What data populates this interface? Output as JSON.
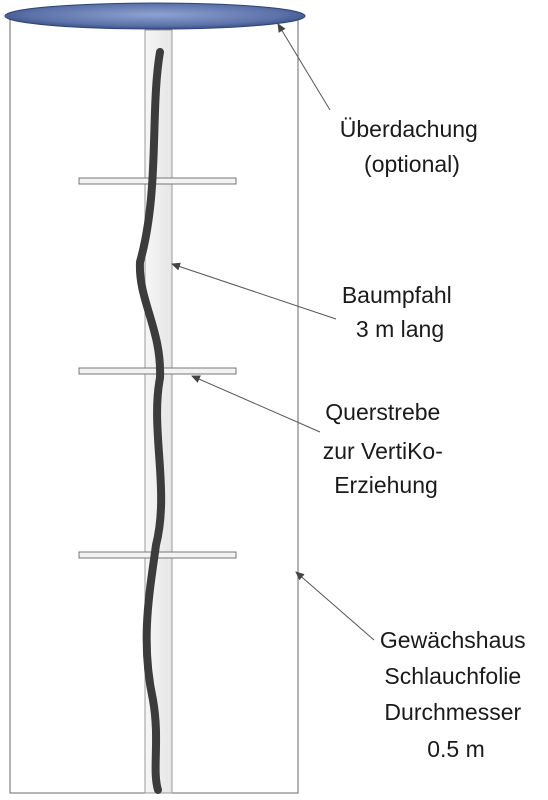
{
  "labels": {
    "roof": [
      "Überdachung",
      "(optional)"
    ],
    "stake": [
      "Baumpfahl",
      "3 m lang"
    ],
    "crossbar": [
      "Querstrebe",
      "zur VertiKo-",
      "Erziehung"
    ],
    "greenhouse": [
      "Gewächshaus",
      "Schlauchfolie",
      "Durchmesser",
      "0.5 m"
    ]
  },
  "colors": {
    "roof_center": "#7f93c4",
    "roof_edge": "#2f4679",
    "vine": "#3c3c3c",
    "outline": "#6a6a6a"
  }
}
